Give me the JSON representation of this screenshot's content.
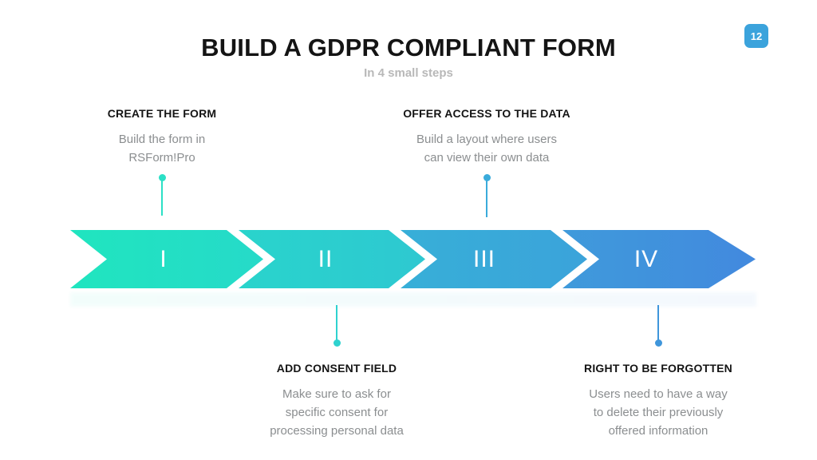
{
  "slide": {
    "page_number": "12",
    "title": "BUILD A GDPR COMPLIANT FORM",
    "subtitle": "In 4 small steps"
  },
  "timeline": {
    "segments": [
      {
        "numeral": "I"
      },
      {
        "numeral": "II"
      },
      {
        "numeral": "III"
      },
      {
        "numeral": "IV"
      }
    ]
  },
  "steps": [
    {
      "heading": "CREATE THE FORM",
      "body_lines": [
        "Build the form in",
        "RSForm!Pro"
      ],
      "position": "top"
    },
    {
      "heading": "ADD CONSENT FIELD",
      "body_lines": [
        "Make sure to ask for",
        "specific consent for",
        "processing personal data"
      ],
      "position": "bottom"
    },
    {
      "heading": "OFFER ACCESS TO THE DATA",
      "body_lines": [
        "Build a layout where users",
        "can view their own data"
      ],
      "position": "top"
    },
    {
      "heading": "RIGHT TO BE FORGOTTEN",
      "body_lines": [
        "Users need to have a way",
        "to delete their previously",
        "offered information"
      ],
      "position": "bottom"
    }
  ],
  "colors": {
    "title": "#141414",
    "subtitle": "#b8b8b8",
    "heading": "#141414",
    "body": "#8b8e90",
    "badge": "#3BA3DC",
    "seg1a": "#20E5BF",
    "seg1b": "#26DAC9",
    "seg2a": "#29D4CC",
    "seg2b": "#2EC8D1",
    "seg3a": "#37AFD8",
    "seg3b": "#3BA3DA",
    "seg4a": "#3F9ADB",
    "seg4b": "#4289DE",
    "conn1": "#2BE0C6",
    "conn2": "#2ED2CF",
    "conn3": "#3AABDB",
    "conn4": "#3F96DB"
  }
}
